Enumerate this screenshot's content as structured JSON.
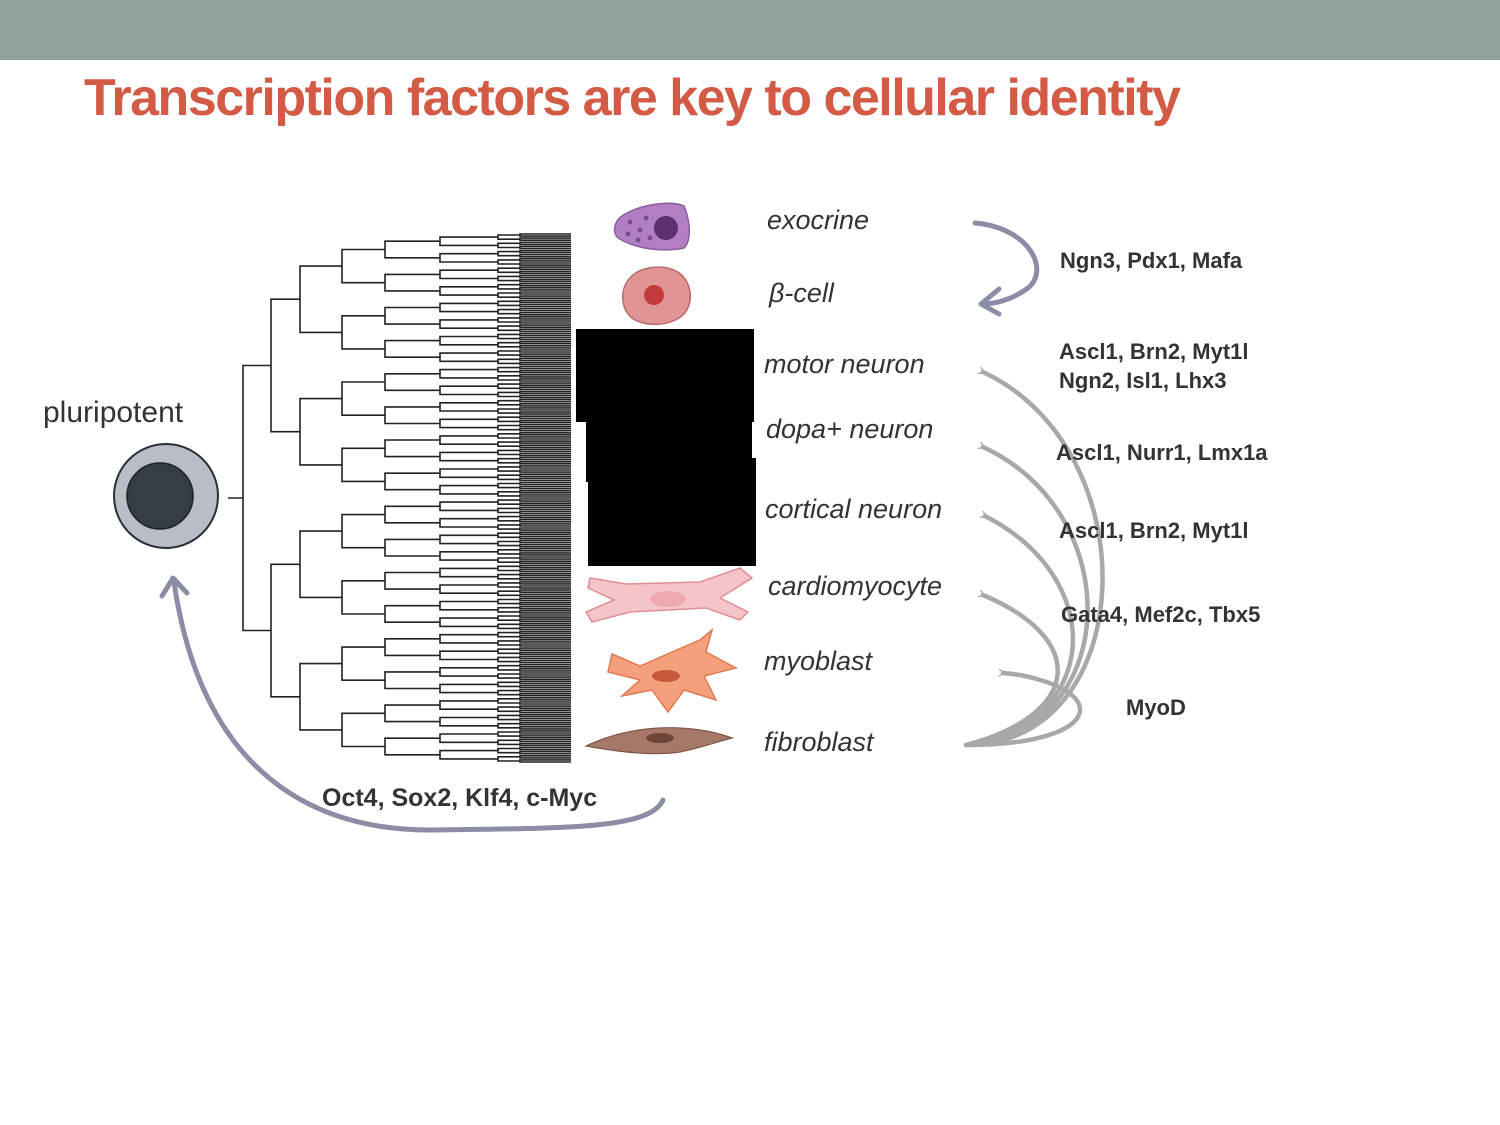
{
  "slide": {
    "title": "Transcription factors are key to cellular identity",
    "header_color": "#92a399",
    "title_color": "#d35a45"
  },
  "diagram": {
    "pluripotent_label": "pluripotent",
    "reprogramming_factors": "Oct4, Sox2, Klf4, c-Myc",
    "cell_types": {
      "exocrine": "exocrine",
      "beta_cell": "β-cell",
      "motor_neuron": "motor neuron",
      "dopa_neuron": "dopa+ neuron",
      "cortical_neuron": "cortical neuron",
      "cardiomyocyte": "cardiomyocyte",
      "myoblast": "myoblast",
      "fibroblast": "fibroblast"
    },
    "conversions": {
      "exocrine_to_beta": "Ngn3, Pdx1, Mafa",
      "motor_neuron_line1": "Ascl1, Brn2, Myt1l",
      "motor_neuron_line2": "Ngn2, Isl1, Lhx3",
      "dopa_neuron": "Ascl1, Nurr1, Lmx1a",
      "cortical_neuron": "Ascl1, Brn2, Myt1l",
      "cardiomyocyte": "Gata4, Mef2c, Tbx5",
      "myoblast": "MyoD"
    },
    "colors": {
      "pluripotent_arrow": "#8b8da6",
      "conversion_arrow": "#a8a8a8",
      "tree_lines": "#222222"
    }
  }
}
